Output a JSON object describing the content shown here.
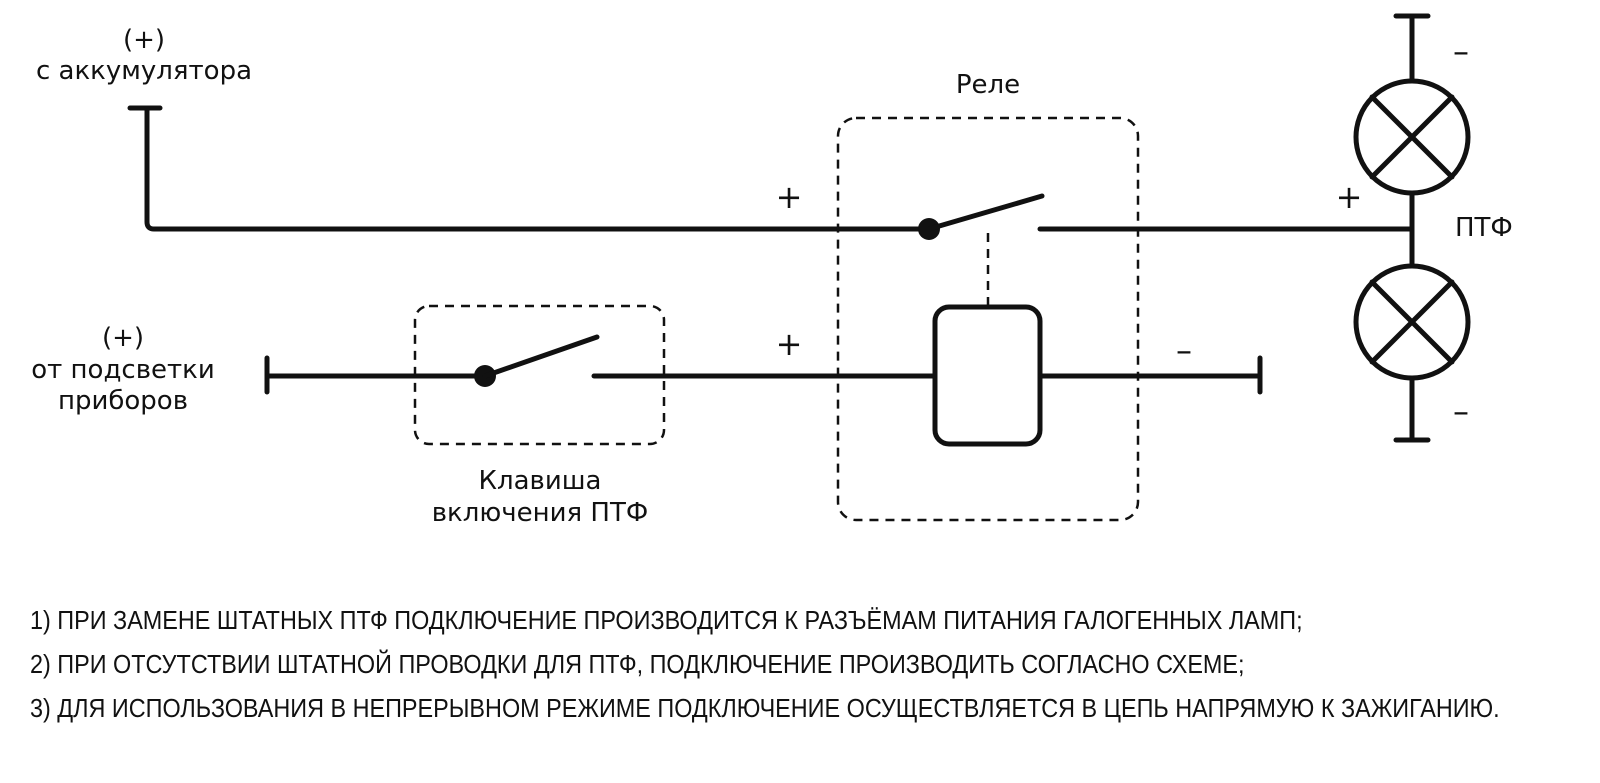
{
  "battery_label": {
    "polarity": "(+)",
    "text": "с аккумулятора"
  },
  "dash_label": {
    "polarity": "(+)",
    "line1": "от подсветки",
    "line2": "приборов"
  },
  "switch_label": {
    "line1": "Клавиша",
    "line2": "включения ПТФ"
  },
  "relay_label": "Реле",
  "fog_lamps_label": "ПТФ",
  "signs": {
    "plus": "+",
    "minus": "–"
  },
  "notes": [
    "1) ПРИ ЗАМЕНЕ ШТАТНЫХ ПТФ ПОДКЛЮЧЕНИЕ ПРОИЗВОДИТСЯ К РАЗЪЁМАМ ПИТАНИЯ ГАЛОГЕННЫХ ЛАМП;",
    "2) ПРИ ОТСУТСТВИИ ШТАТНОЙ ПРОВОДКИ ДЛЯ ПТФ, ПОДКЛЮЧЕНИЕ ПРОИЗВОДИТЬ СОГЛАСНО СХЕМЕ;",
    "3) ДЛЯ ИСПОЛЬЗОВАНИЯ В НЕПРЕРЫВНОМ РЕЖИМЕ ПОДКЛЮЧЕНИЕ ОСУЩЕСТВЛЯЕТСЯ В ЦЕПЬ НАПРЯМУЮ К ЗАЖИГАНИЮ."
  ]
}
